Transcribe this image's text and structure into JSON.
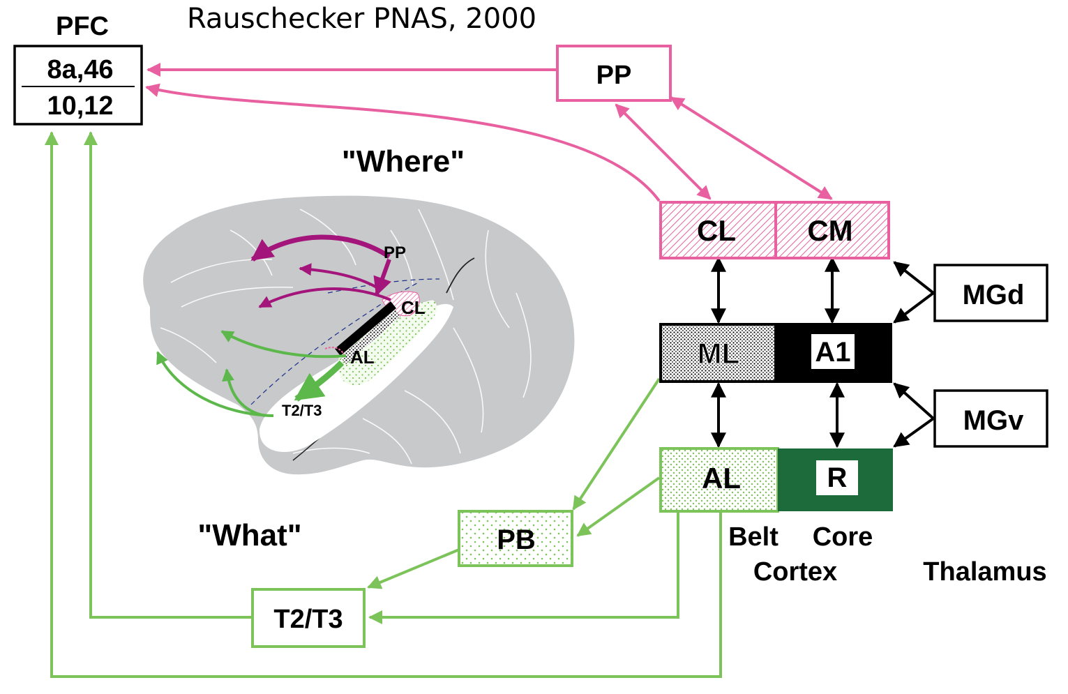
{
  "citation": "Rauschecker PNAS, 2000",
  "colors": {
    "where": "#e8609f",
    "what": "#7cc35a",
    "brain_where": "#a3157a",
    "brain_what": "#5cb84a",
    "core": "#000000",
    "rostral_core": "#1d6a3a",
    "brain": "#c8c9cb"
  },
  "labels": {
    "pfc": "PFC",
    "pfc_top": "8a,46",
    "pfc_bottom": "10,12",
    "where": "\"Where\"",
    "what": "\"What\"",
    "pp": "PP",
    "cl": "CL",
    "cm": "CM",
    "ml": "ML",
    "a1": "A1",
    "al": "AL",
    "r": "R",
    "mgd": "MGd",
    "mgv": "MGv",
    "pb": "PB",
    "t2t3": "T2/T3",
    "belt": "Belt",
    "core": "Core",
    "cortex": "Cortex",
    "thalamus": "Thalamus"
  },
  "brain_labels": {
    "pp": "PP",
    "cl": "CL",
    "al": "AL",
    "t2t3": "T2/T3"
  }
}
